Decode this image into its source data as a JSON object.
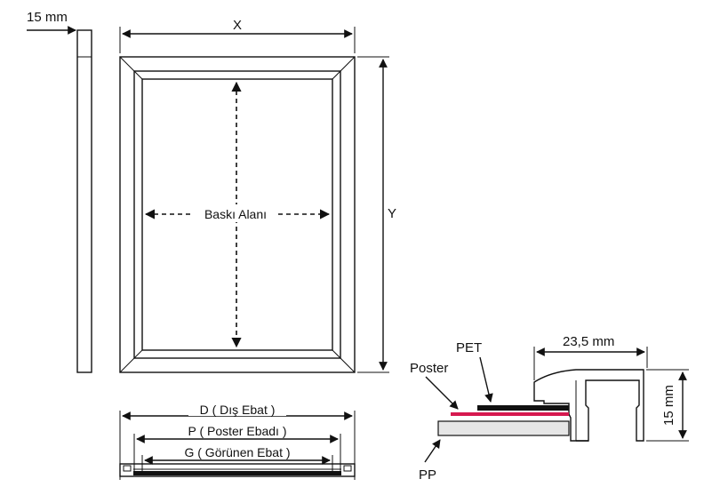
{
  "labels": {
    "side_depth": "15 mm",
    "width": "X",
    "height": "Y",
    "print_area": "Baskı Alanı",
    "outer_size": "D ( Dış Ebat )",
    "poster_size": "P ( Poster Ebadı )",
    "visible_size": "G ( Görünen Ebat )",
    "pet": "PET",
    "poster": "Poster",
    "pp": "PP",
    "profile_width": "23,5 mm",
    "profile_height": "15 mm"
  },
  "colors": {
    "line": "#111111",
    "poster_layer": "#d6194f",
    "pet_layer": "#111111",
    "pp_fill": "#e6e6e6"
  }
}
